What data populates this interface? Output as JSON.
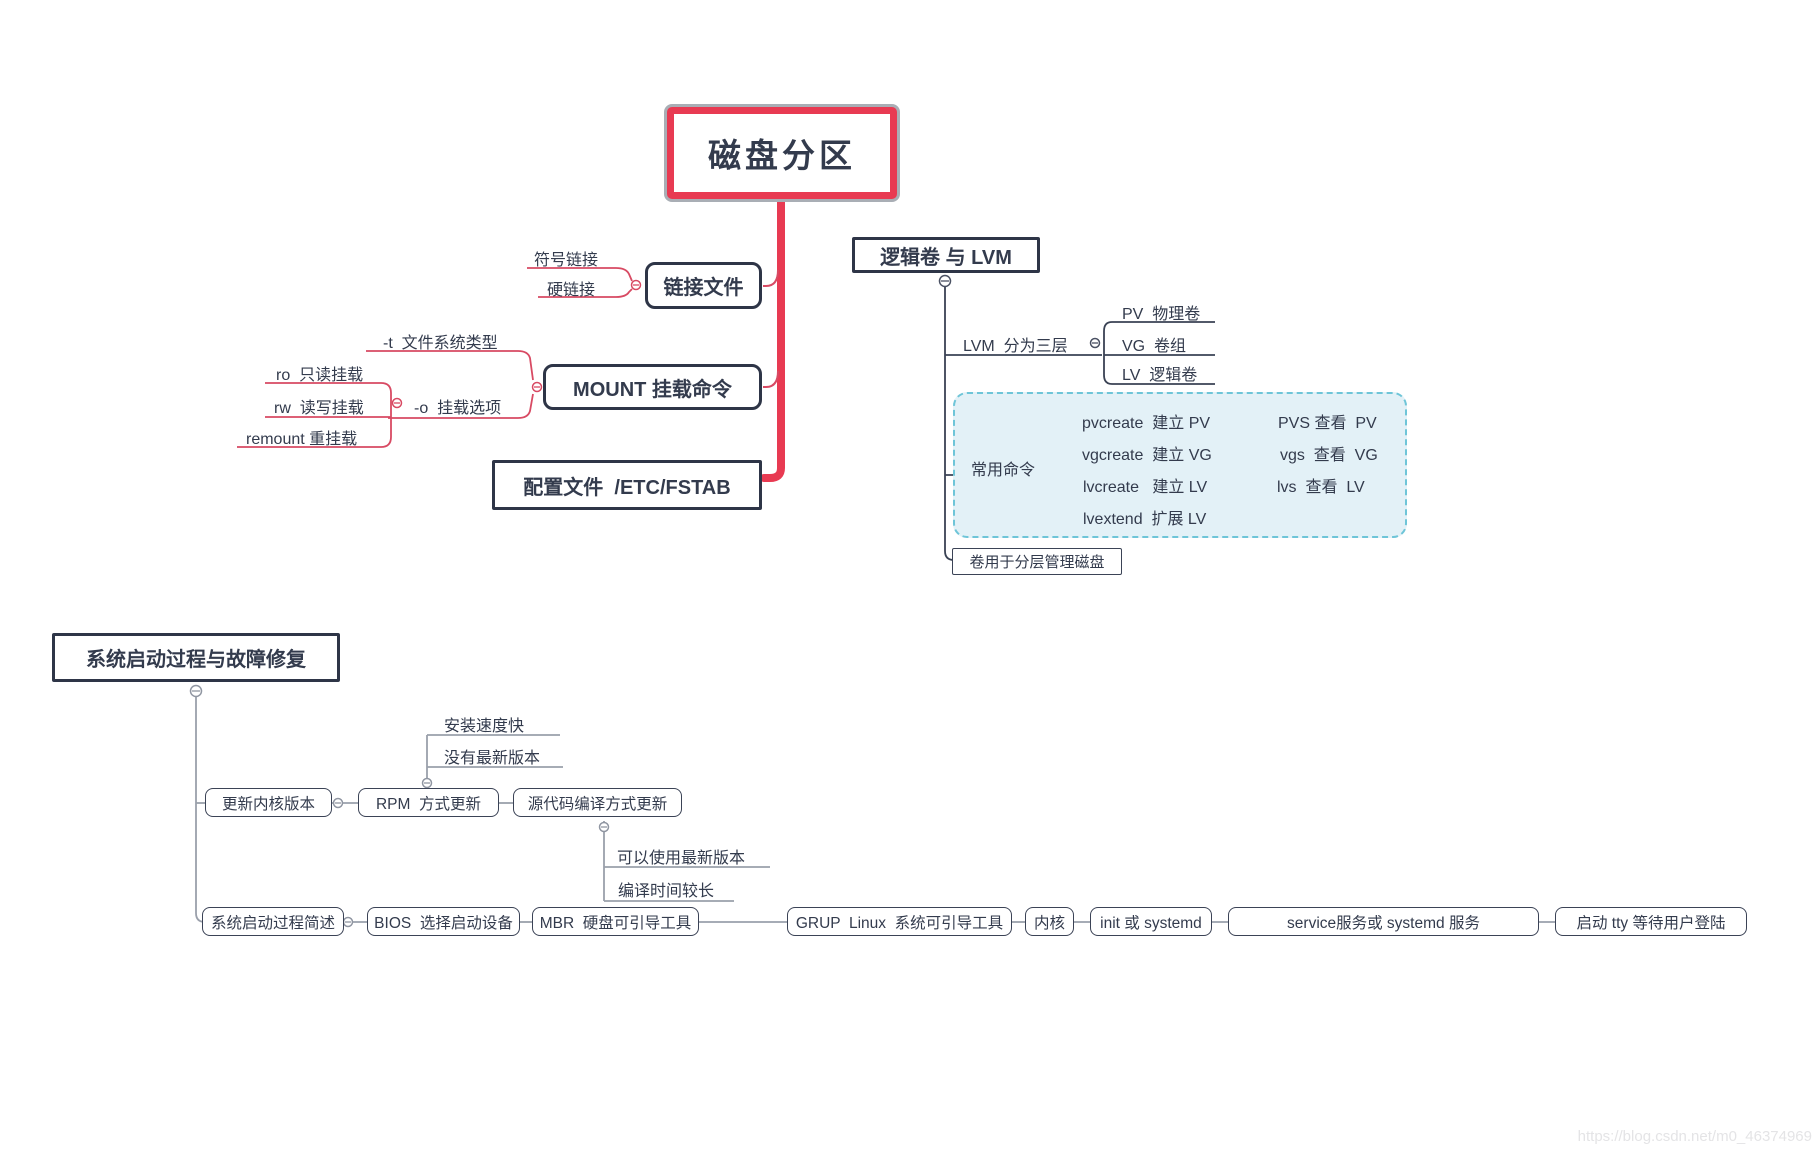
{
  "main_topic": {
    "label": "磁盘分区"
  },
  "link_branch": {
    "node": "链接文件",
    "symbolic": "符号链接",
    "hard": "硬链接"
  },
  "mount_branch": {
    "node": "MOUNT 挂载命令",
    "t_option": "-t  文件系统类型",
    "o_option": "-o  挂载选项",
    "ro": "ro  只读挂载",
    "rw": "rw  读写挂载",
    "remount": "remount 重挂载"
  },
  "fstab": {
    "node": "配置文件  /ETC/FSTAB"
  },
  "lvm": {
    "node": "逻辑卷 与 LVM",
    "layers_label": "LVM  分为三层",
    "layers": [
      "PV  物理卷",
      "VG  卷组",
      "LV  逻辑卷"
    ],
    "commands_label": "常用命令",
    "commands": [
      {
        "left": "pvcreate  建立 PV",
        "right": "PVS 查看  PV"
      },
      {
        "left": "vgcreate  建立 VG",
        "right": "vgs  查看  VG"
      },
      {
        "left": "lvcreate   建立 LV",
        "right": "lvs  查看  LV"
      },
      {
        "left": "lvextend  扩展 LV",
        "right": ""
      }
    ],
    "note": "卷用于分层管理磁盘"
  },
  "boot": {
    "node": "系统启动过程与故障修复",
    "kernel_update": {
      "node": "更新内核版本",
      "rpm_node": "RPM  方式更新",
      "rpm_pros": [
        "安装速度快",
        "没有最新版本"
      ],
      "source_node": "源代码编译方式更新",
      "source_pros": [
        "可以使用最新版本",
        "编译时间较长"
      ]
    },
    "boot_process": {
      "node": "系统启动过程简述",
      "steps": [
        "BIOS  选择启动设备",
        "MBR  硬盘可引导工具",
        "GRUP  Linux  系统可引导工具",
        "内核",
        "init 或 systemd",
        "service服务或 systemd 服务",
        "启动 tty 等待用户登陆"
      ]
    }
  },
  "watermark": "https://blog.csdn.net/m0_46374969",
  "colors": {
    "trunk_red": "#e83a52",
    "branch_red": "#d84a63",
    "branch_dark": "#3a4254",
    "branch_gray": "#9aa0ab",
    "panel_fill": "#e3f1f7",
    "panel_border": "#6ec5d8",
    "text": "#333b4d"
  }
}
